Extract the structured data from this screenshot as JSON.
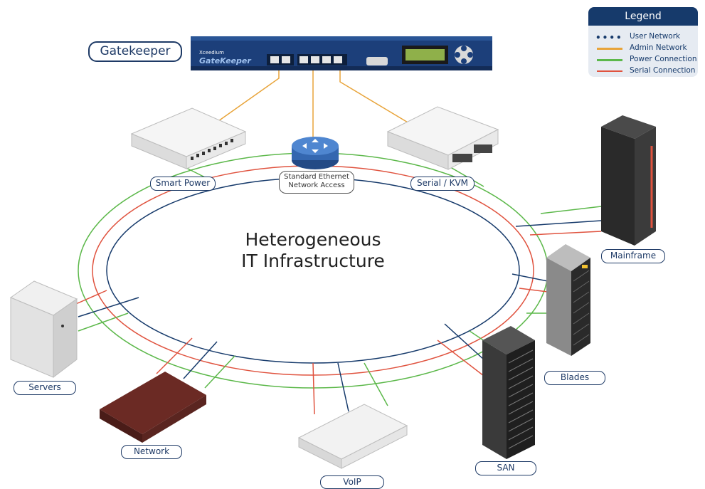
{
  "gatekeeper": {
    "label": "Gatekeeper",
    "device_brand": "Xceedium",
    "device_model": "GateKeeper"
  },
  "legend": {
    "title": "Legend",
    "items": [
      {
        "label": "User Network",
        "style": "dots",
        "color": "#163a6b"
      },
      {
        "label": "Admin Network",
        "style": "line",
        "color": "#e8a43a"
      },
      {
        "label": "Power Connection",
        "style": "line",
        "color": "#5cb84a"
      },
      {
        "label": "Serial Connection",
        "style": "line",
        "color": "#e0533f"
      }
    ]
  },
  "center": {
    "line1": "Heterogeneous",
    "line2": "IT Infrastructure"
  },
  "standard_access": {
    "line1": "Standard Ethernet",
    "line2": "Network Access"
  },
  "nodes": {
    "smart_power": "Smart Power",
    "serial_kvm": "Serial / KVM",
    "mainframe": "Mainframe",
    "blades": "Blades",
    "san": "SAN",
    "voip": "VoIP",
    "network": "Network",
    "servers": "Servers"
  },
  "colors": {
    "user_network": "#163a6b",
    "admin_network": "#e8a43a",
    "power": "#5cb84a",
    "serial": "#e0533f"
  }
}
